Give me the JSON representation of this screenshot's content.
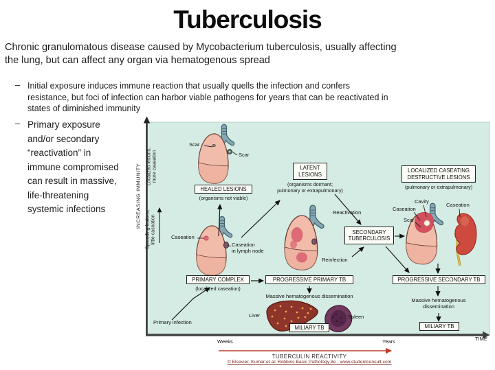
{
  "slide": {
    "title": "Tuberculosis",
    "intro": "Chronic granulomatous disease caused by Mycobacterium tuberculosis, usually affecting\nthe lung, but can affect any organ via hematogenous spread",
    "bullet_marker": "–",
    "bullets": [
      {
        "text": "Initial exposure induces immune reaction that usually quells the infection and  confers\nresistance, but foci of infection can harbor viable pathogens for years that can be reactivated in\nstates of diminished immunity"
      },
      {
        "text": "Primary exposure\nand/or secondary\n“reactivation” in\nimmune compromised\ncan result in massive,\nlife-threatening\nsystemic infections"
      }
    ]
  },
  "diagram": {
    "axes": {
      "y_label": "INCREASING IMMUNITY",
      "y_upper": "Localized lesions,\nmore caseation",
      "y_lower": "Spreading lesions,\nlittle caseation",
      "x_tick_left": "Weeks",
      "x_tick_right": "Years",
      "x_end": "TIME"
    },
    "boxes": {
      "healed": "HEALED LESIONS",
      "healed_sub": "(organisms not viable)",
      "latent": "LATENT\nLESIONS",
      "latent_sub": "(organisms dormant;\npulmonary or extrapulmonary)",
      "primary_complex": "PRIMARY COMPLEX",
      "primary_complex_sub": "(localized caseation)",
      "progressive_primary": "PROGRESSIVE PRIMARY TB",
      "secondary": "SECONDARY\nTUBERCULOSIS",
      "localized_caseating": "LOCALIZED CASEATING\nDESTRUCTIVE LESIONS",
      "localized_caseating_sub": "(pulmonary or extrapulmonary)",
      "progressive_secondary": "PROGRESSIVE SECONDARY TB",
      "miliary_mid": "MILIARY TB",
      "miliary_right": "MILIARY TB"
    },
    "labels": {
      "scar_left": "Scar",
      "scar_right": "Scar",
      "caseation_primary": "Caseation",
      "caseation_lymph": "Caseation\nin lymph node",
      "reactivation": "Reactivation",
      "reinfection": "Reinfection",
      "cavity": "Cavity",
      "caseation_secondary": "Caseation",
      "scar_secondary": "Scar",
      "caseation_kidney": "Caseation",
      "massive_mid": "Massive hematogenous dissemination",
      "massive_right": "Massive hematogenous\ndissemination",
      "liver": "Liver",
      "spleen": "Spleen",
      "primary_infection": "Primary infection"
    },
    "footer": {
      "tuberculin": "TUBERCULIN REACTIVITY",
      "credit": "© Elsevier. Kumar et al: Robbins Basic Pathology 8e - www.studentconsult.com"
    },
    "colors": {
      "plot_bg": "#d5ece4",
      "lung": "#f2bcab",
      "lung_lower": "#edaf9c",
      "lesion_red": "#dd6b77",
      "trachea": "#84a7b2",
      "liver": "#8e352b",
      "liver_dots": "#eaa44e",
      "spleen": "#71395f",
      "kidney": "#ce4a3f",
      "kidney_pelvis": "#e5c34c",
      "tuberculin_arrow": "#c23b2e"
    }
  }
}
